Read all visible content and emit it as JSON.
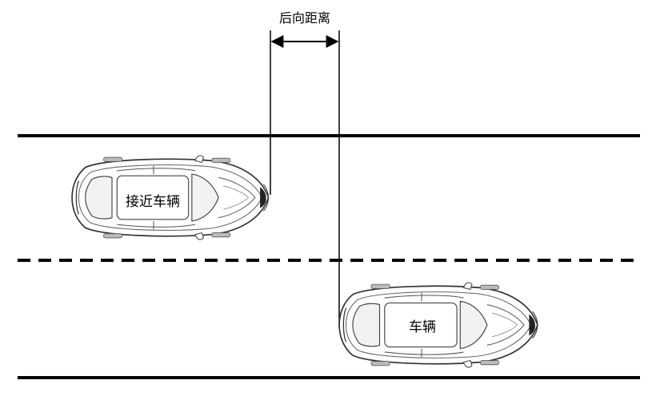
{
  "diagram": {
    "dimension_label": "后向距离",
    "approaching_vehicle_label": "接近车辆",
    "vehicle_label": "车辆"
  },
  "colors": {
    "line": "#000000",
    "car_stroke": "#333333",
    "car_fill": "#ffffff",
    "label_bg": "#ffffff"
  }
}
